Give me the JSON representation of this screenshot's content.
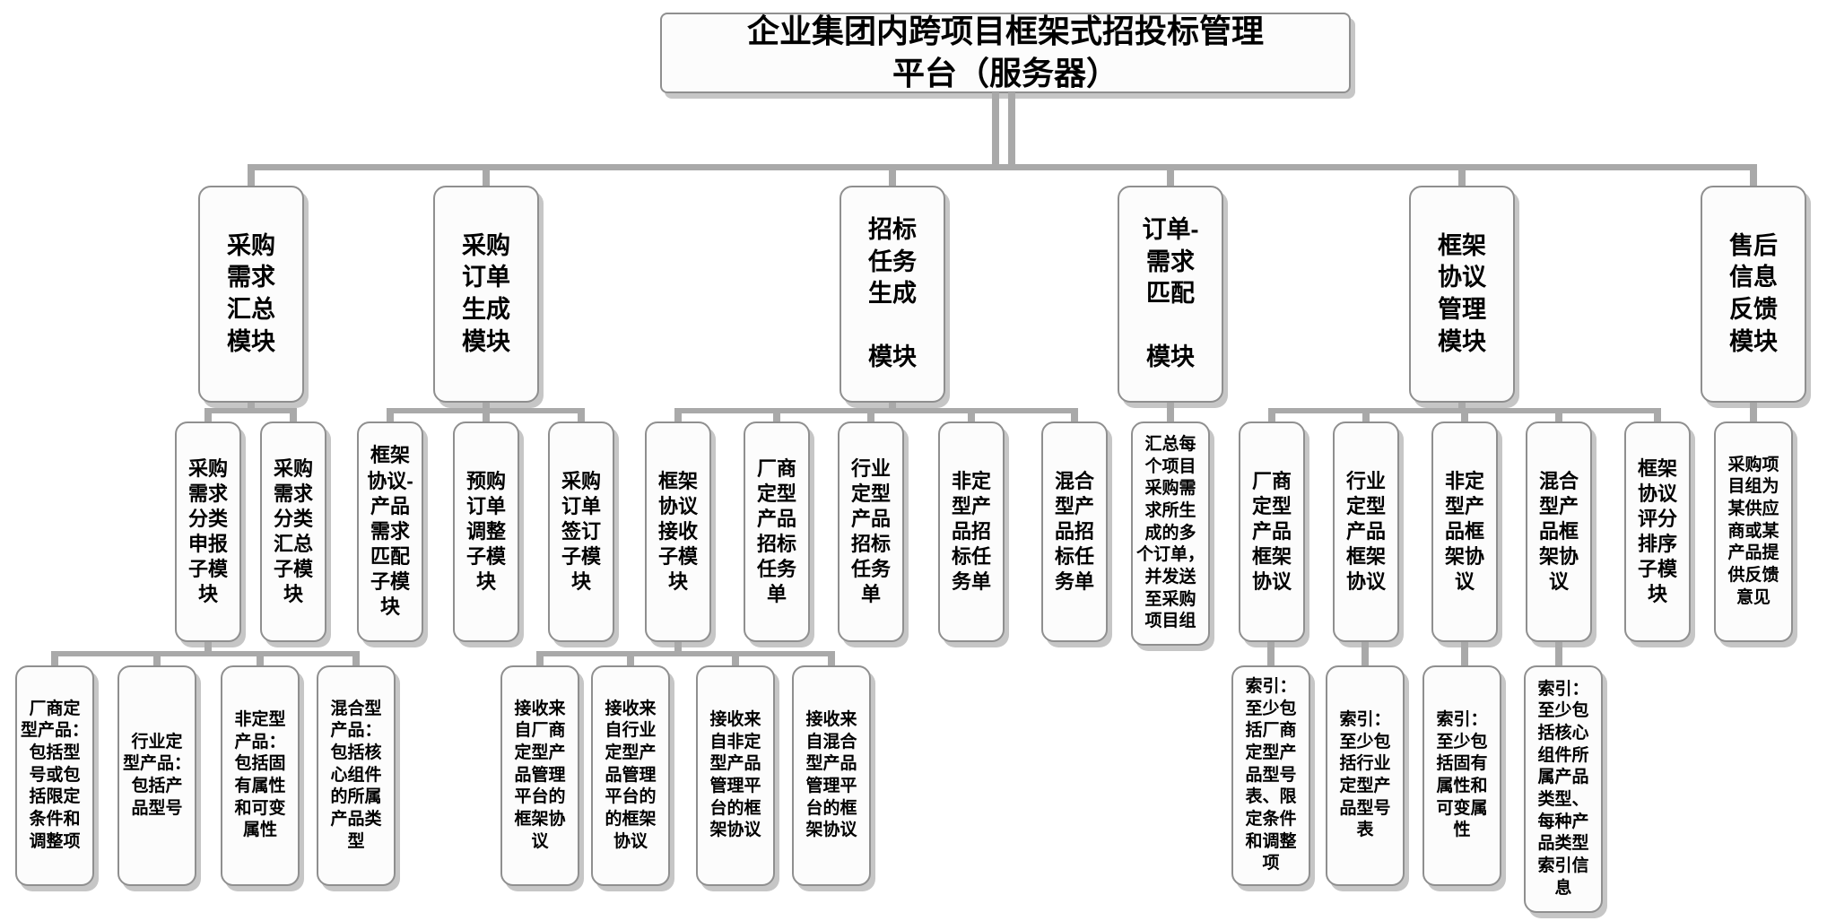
{
  "title": {
    "label": "企业集团内跨项目框架式招投标管理\n平台（服务器）"
  },
  "modules": [
    {
      "label": "采购\n需求\n汇总\n模块"
    },
    {
      "label": "采购\n订单\n生成\n模块"
    },
    {
      "label": "招标\n任务\n生成\n\n模块"
    },
    {
      "label": "订单-\n需求\n匹配\n\n模块"
    },
    {
      "label": "框架\n协议\n管理\n模块"
    },
    {
      "label": "售后\n信息\n反馈\n模块"
    }
  ],
  "submodules": [
    {
      "label": "采购\n需求\n分类\n申报\n子模\n块"
    },
    {
      "label": "采购\n需求\n分类\n汇总\n子模\n块"
    },
    {
      "label": "框架\n协议-\n产品\n需求\n匹配\n子模\n块"
    },
    {
      "label": "预购\n订单\n调整\n子模\n块"
    },
    {
      "label": "采购\n订单\n签订\n子模\n块"
    },
    {
      "label": "框架\n协议\n接收\n子模\n块"
    },
    {
      "label": "厂商\n定型\n产品\n招标\n任务\n单"
    },
    {
      "label": "行业\n定型\n产品\n招标\n任务\n单"
    },
    {
      "label": "非定\n型产\n品招\n标任\n务单"
    },
    {
      "label": "混合\n型产\n品招\n标任\n务单"
    },
    {
      "label": "汇总每\n个项目\n采购需\n求所生\n成的多\n个订单，\n并发送\n至采购\n项目组"
    },
    {
      "label": "厂商\n定型\n产品\n框架\n协议"
    },
    {
      "label": "行业\n定型\n产品\n框架\n协议"
    },
    {
      "label": "非定\n型产\n品框\n架协\n议"
    },
    {
      "label": "混合\n型产\n品框\n架协\n议"
    },
    {
      "label": "框架\n协议\n评分\n排序\n子模\n块"
    },
    {
      "label": "采购项\n目组为\n某供应\n商或某\n产品提\n供反馈\n意见"
    }
  ],
  "leaves": [
    {
      "label": "厂商定\n型产品：\n包括型\n号或包\n括限定\n条件和\n调整项"
    },
    {
      "label": "行业定\n型产品：\n包括产\n品型号"
    },
    {
      "label": "非定型\n产品：\n包括固\n有属性\n和可变\n属性"
    },
    {
      "label": "混合型\n产品：\n包括核\n心组件\n的所属\n产品类\n型"
    },
    {
      "label": "接收来\n自厂商\n定型产\n品管理\n平台的\n框架协\n议"
    },
    {
      "label": "接收来\n自行业\n定型产\n品管理\n平台的\n的框架\n协议"
    },
    {
      "label": "接收来\n自非定\n型产品\n管理平\n台的框\n架协议"
    },
    {
      "label": "接收来\n自混合\n型产品\n管理平\n台的框\n架协议"
    },
    {
      "label": "索引：\n至少包\n括厂商\n定型产\n品型号\n表、限\n定条件\n和调整\n项"
    },
    {
      "label": "索引：\n至少包\n括行业\n定型产\n品型号\n表"
    },
    {
      "label": "索引：\n至少包\n括固有\n属性和\n可变属\n性"
    },
    {
      "label": "索引：\n至少包\n括核心\n组件所\n属产品\n类型、\n每种产\n品类型\n索引信\n息"
    }
  ]
}
